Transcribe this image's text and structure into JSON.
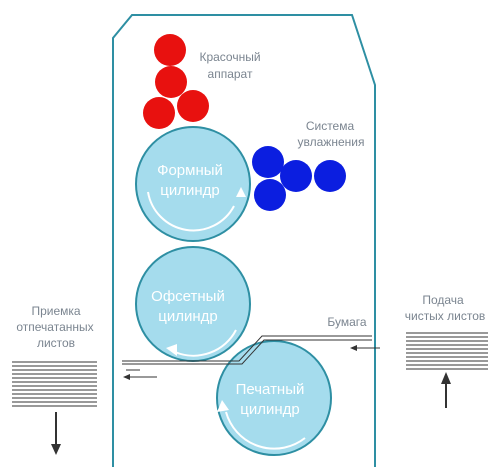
{
  "labels": {
    "ink_unit": [
      "Красочный",
      "аппарат"
    ],
    "dampening": [
      "Система",
      "увлажнения"
    ],
    "plate_cylinder": [
      "Формный",
      "цилиндр"
    ],
    "offset_cylinder": [
      "Офсетный",
      "цилиндр"
    ],
    "impression_cylinder": [
      "Печатный",
      "цилиндр"
    ],
    "paper": "Бумага",
    "delivery": [
      "Приемка",
      "отпечатанных",
      "листов"
    ],
    "feeder": [
      "Подача",
      "чистых листов"
    ]
  },
  "colors": {
    "frame": "#2e8fa3",
    "cylinder_fill": "#a5dced",
    "cylinder_stroke": "#2e8fa3",
    "ink_roller": "#e8110f",
    "dampening_roller": "#0b1ee0",
    "text": "#7b8590",
    "lines": "#333333"
  },
  "icons": {
    "rotation_arrow": "curved-arrow",
    "paper_flow_arrow": "left-arrow",
    "feed_arrow": "up-arrow",
    "delivery_arrow": "down-arrow"
  }
}
